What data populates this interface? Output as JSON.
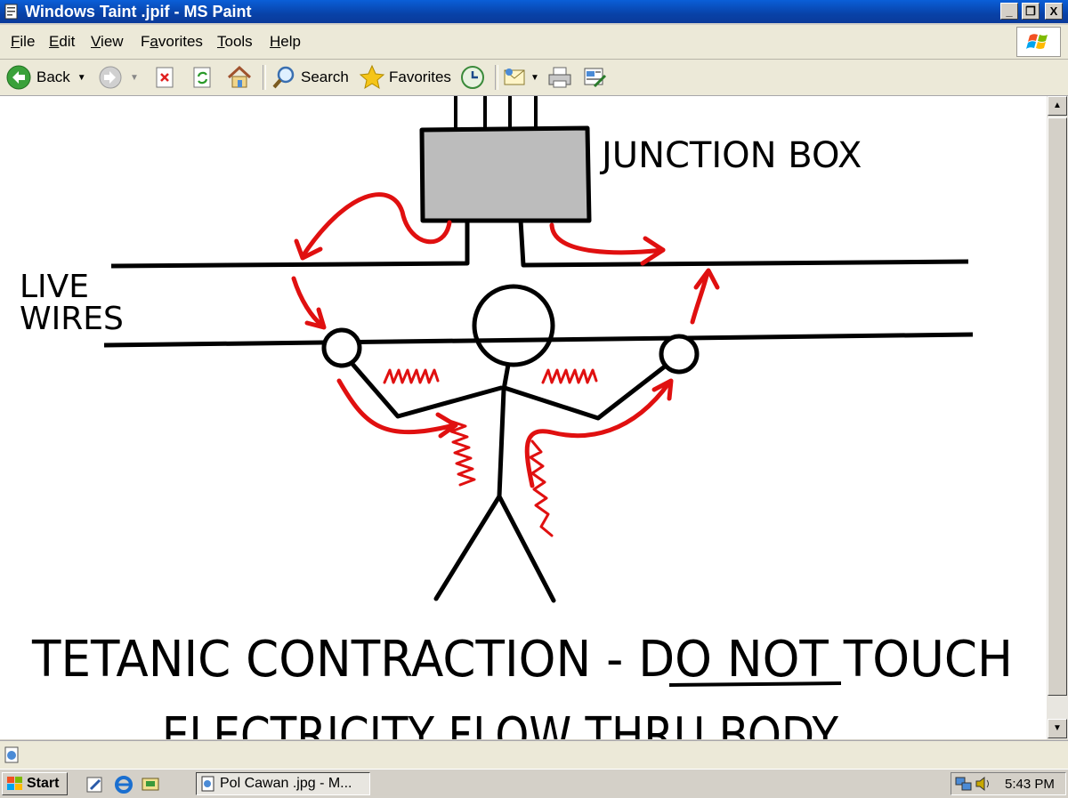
{
  "window": {
    "title": "Windows Taint .jpif - MS Paint",
    "minimize": "_",
    "maximize": "❐",
    "close": "X"
  },
  "menu": {
    "items": [
      {
        "underline": "F",
        "rest": "ile"
      },
      {
        "underline": "E",
        "rest": "dit"
      },
      {
        "underline": "V",
        "rest": "iew"
      },
      {
        "pre": "F",
        "underline": "a",
        "rest": "vorites"
      },
      {
        "underline": "T",
        "rest": "ools"
      },
      {
        "underline": "H",
        "rest": "elp"
      }
    ]
  },
  "toolbar": {
    "back_label": "Back",
    "search_label": "Search",
    "favorites_label": "Favorites"
  },
  "drawing": {
    "junction_box_label": "JUNCTION BOX",
    "live_label_line1": "LIVE",
    "live_label_line2": "WIRES",
    "headline_part1": "TETANIC CONTRACTION - ",
    "headline_emphasis": "DO NOT",
    "headline_part2": " TOUCH",
    "subline": "ELECTRICITY FLOW THRU BODY",
    "colors": {
      "wire": "#000000",
      "current": "#e01010",
      "box_fill": "#bcbcbc"
    }
  },
  "taskbar": {
    "start_label": "Start",
    "task_label": "Pol Cawan .jpg - M...",
    "clock": "5:43 PM"
  }
}
